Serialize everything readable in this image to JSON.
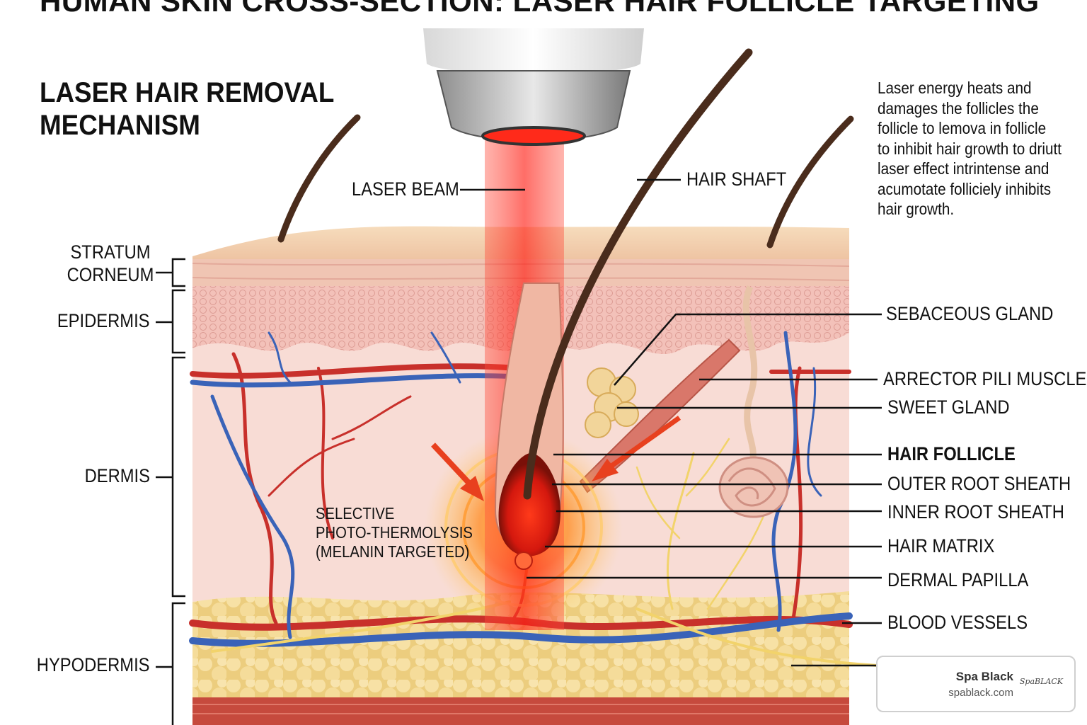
{
  "title": "HUMAN SKIN CROSS-SECTION: LASER HAIR FOLLICLE TARGETING",
  "subtitle_lines": [
    "LASER HAIR REMOVAL",
    "MECHANISM"
  ],
  "description": "Laser energy heats and damages the follicles the follicle to lemova in follicle to inhibit hair growth to driutt laser effect intrintense and acumotate folliciely inhibits hair growth.",
  "layers": {
    "stratum_corneum": [
      "STRATUM",
      "CORNEUM"
    ],
    "epidermis": "EPIDERMIS",
    "dermis": "DERMIS",
    "hypodermis": "HYPODERMIS"
  },
  "top_labels": {
    "laser_beam": "LASER BEAM",
    "hair_shaft": "HAIR SHAFT"
  },
  "thermolysis_lines": [
    "SELECTIVE",
    "PHOTO-THERMOLYSIS",
    "(MELANIN TARGETED)"
  ],
  "right_labels": {
    "sebaceous_gland": "SEBACEOUS GLAND",
    "arrector_pili": "ARRECTOR PILI MUSCLE",
    "sweet_gland": "SWEET GLAND",
    "hair_follicle": "HAIR FOLLICLE",
    "outer_root_sheath": "OUTER ROOT SHEATH",
    "inner_root_sheath": "INNER ROOT SHEATH",
    "hair_matrix": "HAIR MATRIX",
    "dermal_papilla": "DERMAL PAPILLA",
    "blood_vessels": "BLOOD VESSELS"
  },
  "badge": {
    "name": "Spa Black",
    "url": "spablack.com",
    "logo_text": "SpaBLACK"
  },
  "colors": {
    "laser": "#ff2a1a",
    "skin_top": "#f3d2b0",
    "epidermis": "#f2b9b1",
    "dermis": "#f7d9d3",
    "fat": "#f1d88c",
    "artery": "#c8302b",
    "vein": "#3a63b8",
    "nerve": "#f2d36b",
    "hair": "#4a2c1c"
  }
}
